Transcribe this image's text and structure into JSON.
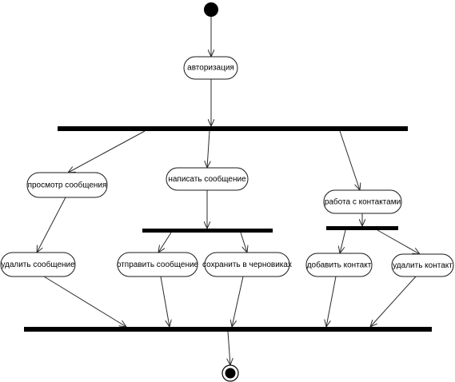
{
  "diagram": {
    "nodes": {
      "authorization": "авторизация",
      "view_message": "просмотр сообщения",
      "write_message": "написать сообщение",
      "contacts": "работа с контактами",
      "delete_message": "удалить сообщение",
      "send_message": "отправить сообщение",
      "save_drafts": "сохранить в черновиках",
      "add_contact": "добавить контакт",
      "delete_contact": "удалить контакт"
    },
    "colors": {
      "line": "#2a2a2a",
      "bar": "#000000",
      "node_fill": "#ffffff"
    }
  }
}
